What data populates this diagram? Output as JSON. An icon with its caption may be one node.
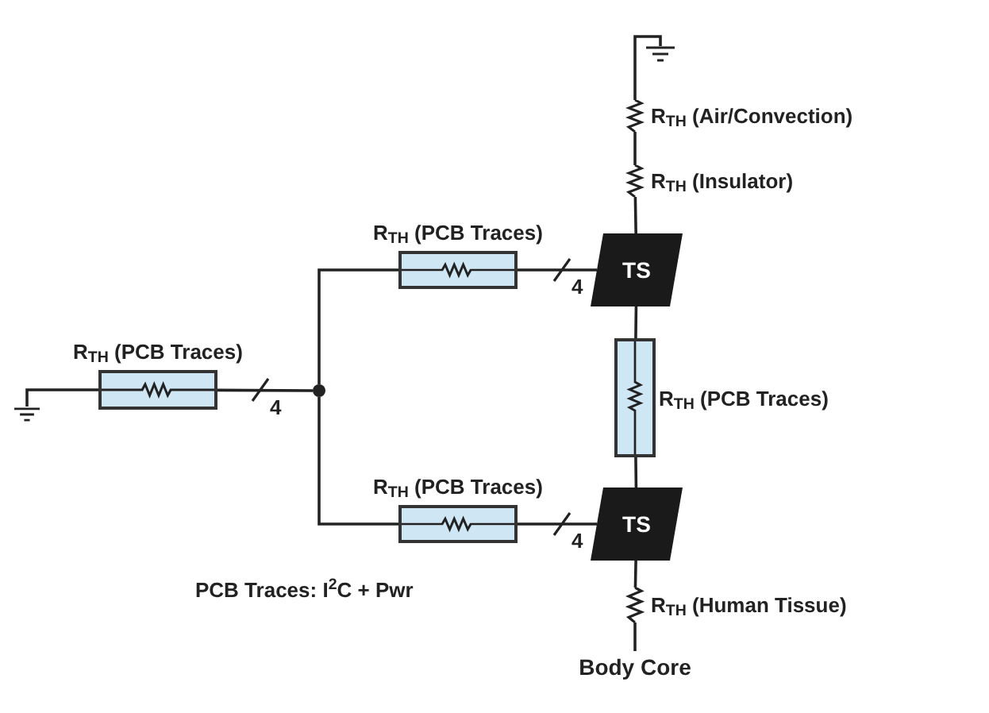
{
  "diagram": {
    "nodes": [
      {
        "text": [],
        "shape": "ground"
      },
      {
        "text": [
          "R$_{TH}$ (PCB Traces)"
        ]
      },
      {
        "text": [],
        "shape": "circle"
      },
      {
        "text": [
          "R$_{TH}$ (PCB Traces)"
        ]
      },
      {
        "text": [
          "R$_{TH}$ (PCB Traces)"
        ]
      },
      {
        "text": [
          "TS"
        ]
      },
      {
        "text": [
          "TS"
        ]
      },
      {
        "text": [],
        "shape": "box",
        "beside": [
          "R$_{TH}$ (PCB Traces)"
        ]
      },
      {
        "text": [],
        "shape": "ground"
      },
      {
        "text": [],
        "shape": "resistor",
        "beside": [
          "R$_{TH}$ (Air/Convection)"
        ]
      },
      {
        "text": [],
        "shape": "resistor",
        "beside": [
          "R$_{TH}$ (Insulator)"
        ]
      },
      {
        "text": [],
        "shape": "resistor",
        "beside": [
          "R$_{TH}$ (Human Tissue)"
        ]
      },
      {
        "text": [
          "Body Core"
        ]
      }
    ],
    "edges": [
      {
        "from": 0,
        "to": 1,
        "arrow": "none"
      },
      {
        "from": 1,
        "to": 2,
        "arrow": "none",
        "label": "4"
      },
      {
        "from": 2,
        "to": 3,
        "arrow": "none"
      },
      {
        "from": 3,
        "to": 5,
        "arrow": "none",
        "label": "4"
      },
      {
        "from": 2,
        "to": 4,
        "arrow": "none"
      },
      {
        "from": 4,
        "to": 6,
        "arrow": "none",
        "label": "4"
      },
      {
        "from": 8,
        "to": 9,
        "arrow": "none"
      },
      {
        "from": 9,
        "to": 10,
        "arrow": "none"
      },
      {
        "from": 10,
        "to": 5,
        "arrow": "none"
      },
      {
        "from": 5,
        "to": 7,
        "arrow": "none"
      },
      {
        "from": 7,
        "to": 6,
        "arrow": "none"
      },
      {
        "from": 6,
        "to": 11,
        "arrow": "none"
      },
      {
        "from": 11,
        "to": 12,
        "arrow": "none"
      }
    ],
    "labels": [
      "PCB Traces: I$^{2}$C + Pwr"
    ]
  }
}
